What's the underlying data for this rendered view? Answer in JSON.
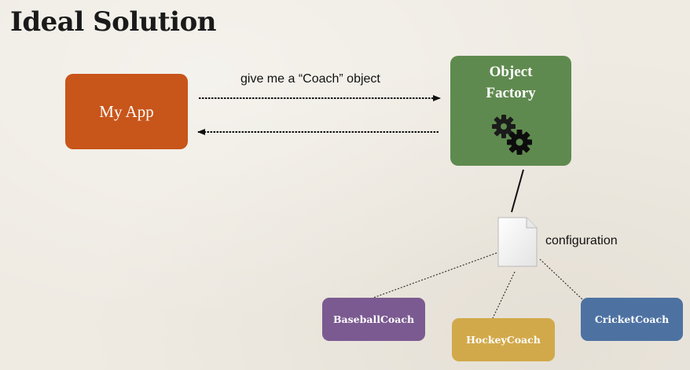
{
  "title": "Ideal Solution",
  "nodes": {
    "my_app": "My App",
    "factory_line1": "Object",
    "factory_line2": "Factory",
    "baseball": "BaseballCoach",
    "hockey": "HockeyCoach",
    "cricket": "CricketCoach"
  },
  "labels": {
    "request": "give me a “Coach” object",
    "configuration": "configuration"
  },
  "colors": {
    "my_app": "#c8551a",
    "factory": "#5f8a4f",
    "baseball": "#7b5a91",
    "hockey": "#d2a94a",
    "cricket": "#4d72a2"
  },
  "icons": {
    "factory": "gears-icon",
    "config": "document-icon"
  }
}
